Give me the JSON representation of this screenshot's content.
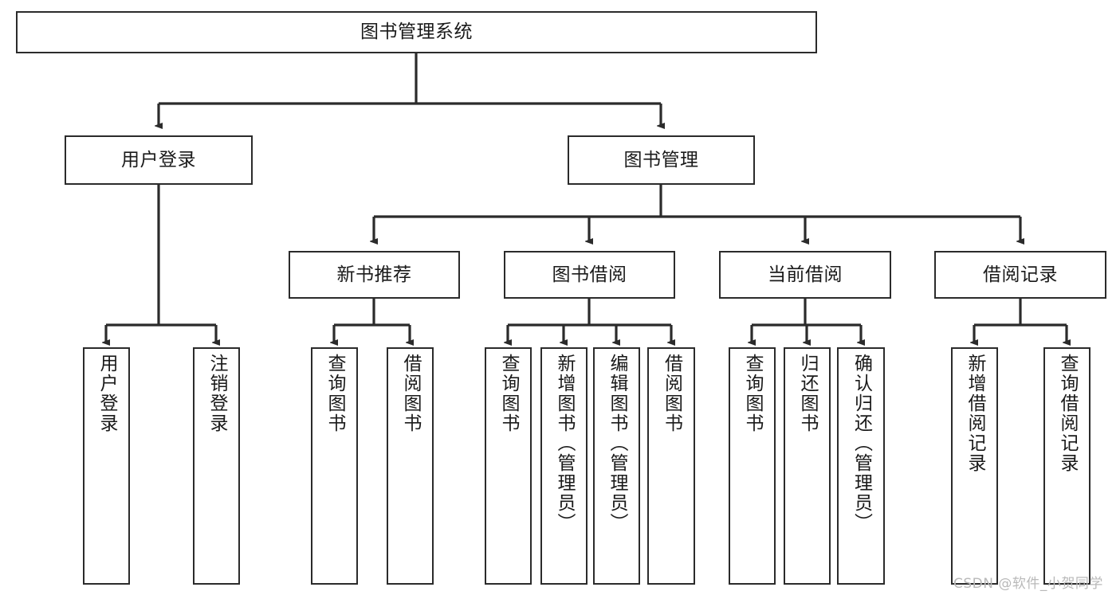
{
  "diagram": {
    "type": "tree",
    "title": "图书管理系统",
    "orientation": "top-down",
    "edge_color": "#2b2b2b",
    "node_border_color": "#2b2b2b",
    "node_fill_color": "#ffffff",
    "text_color": "#1a1a1a"
  },
  "nodes": {
    "root": {
      "label": "图书管理系统",
      "level": 1
    },
    "l2": [
      {
        "label": "用户登录",
        "level": 2
      },
      {
        "label": "图书管理",
        "level": 2
      }
    ],
    "l3": [
      {
        "label": "新书推荐",
        "level": 3
      },
      {
        "label": "图书借阅",
        "level": 3
      },
      {
        "label": "当前借阅",
        "level": 3
      },
      {
        "label": "借阅记录",
        "level": 3
      }
    ],
    "leaves": {
      "user_login": [
        {
          "label": "用户登录"
        },
        {
          "label": "注销登录"
        }
      ],
      "new_book_recommend": [
        {
          "label": "查询图书"
        },
        {
          "label": "借阅图书"
        }
      ],
      "book_borrow": [
        {
          "label": "查询图书"
        },
        {
          "label": "新增图书（管理员）"
        },
        {
          "label": "编辑图书（管理员）"
        },
        {
          "label": "借阅图书"
        }
      ],
      "current_borrow": [
        {
          "label": "查询图书"
        },
        {
          "label": "归还图书"
        },
        {
          "label": "确认归还（管理员）"
        }
      ],
      "borrow_record": [
        {
          "label": "新增借阅记录"
        },
        {
          "label": "查询借阅记录"
        }
      ]
    }
  },
  "watermark": {
    "text": "CSDN @软件_小贺同学",
    "color": "#b9b9b9"
  }
}
